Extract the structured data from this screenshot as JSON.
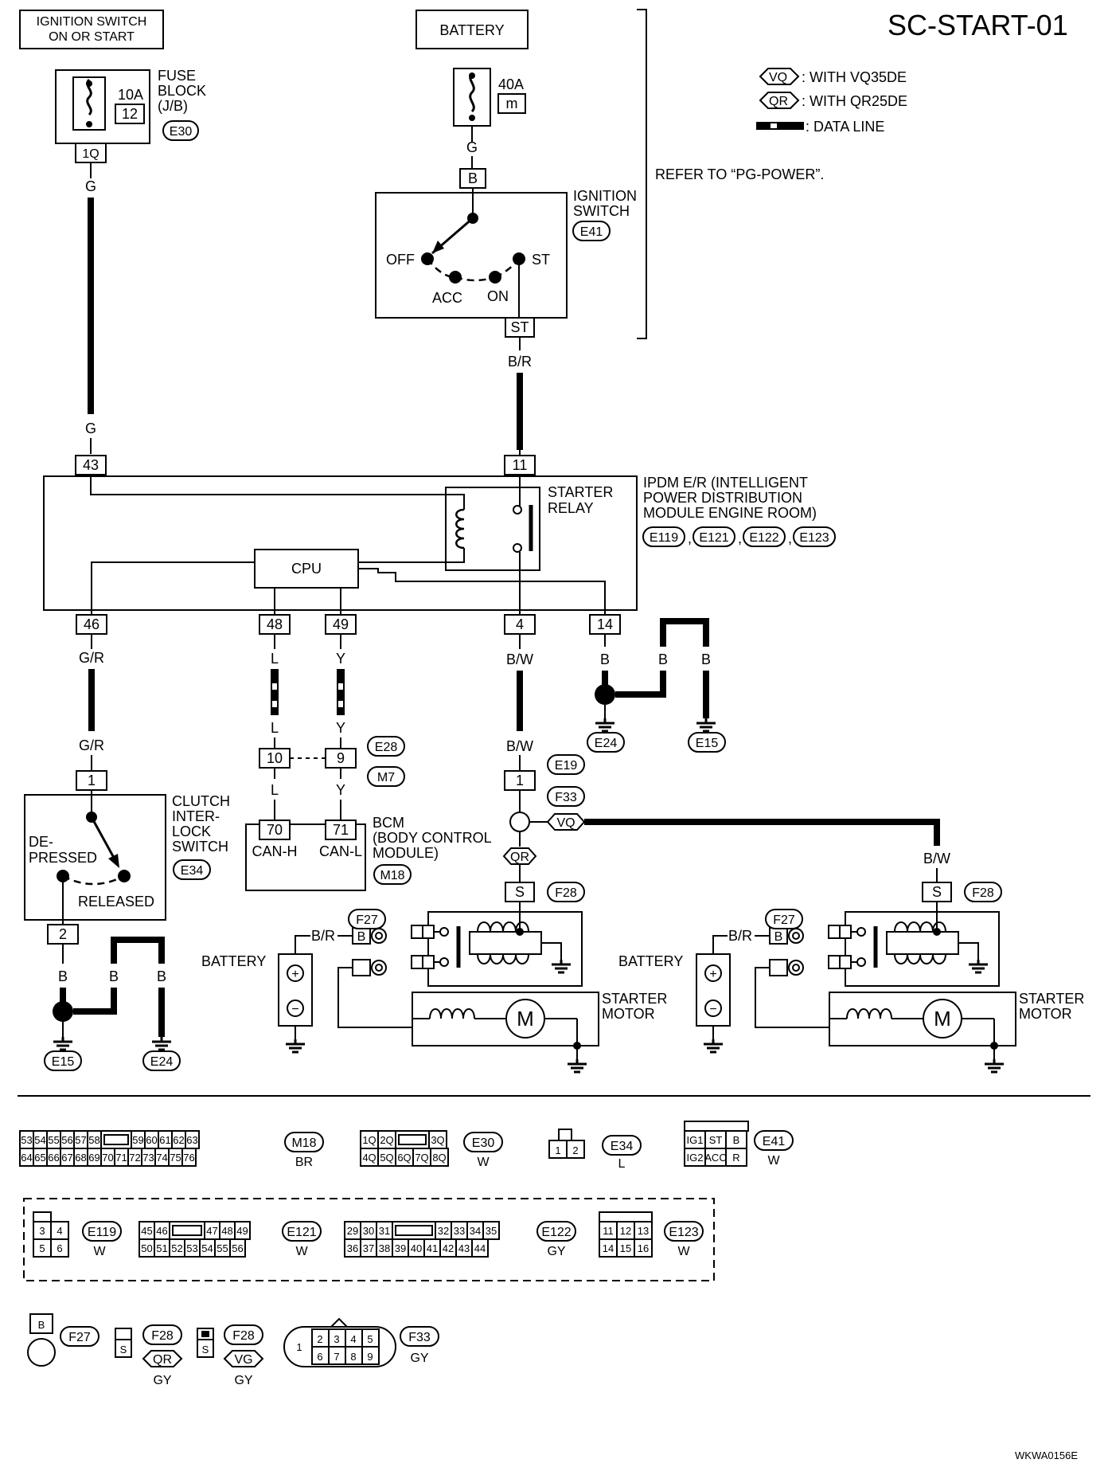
{
  "title": "SC-START-01",
  "footer_code": "WKWA0156E",
  "legend": {
    "vq_tag": "VQ",
    "vq_text": ": WITH VQ35DE",
    "qr_tag": "QR",
    "qr_text": ": WITH QR25DE",
    "data_line_text": ": DATA LINE"
  },
  "power_sources": {
    "ignition": [
      "IGNITION SWITCH",
      "ON OR START"
    ],
    "battery": "BATTERY",
    "refer_note": "REFER TO “PG-POWER”."
  },
  "fuse_block": {
    "label": [
      "FUSE",
      "BLOCK",
      "(J/B)"
    ],
    "rating": "10A",
    "number": "12",
    "connector": "E30",
    "terminal": "1Q"
  },
  "battery_fuse": {
    "rating": "40A",
    "letter": "m"
  },
  "ignition_switch": {
    "label": [
      "IGNITION",
      "SWITCH"
    ],
    "connector": "E41",
    "terminal_in": "B",
    "terminal_out": "ST",
    "positions": [
      "OFF",
      "ACC",
      "ON",
      "ST"
    ]
  },
  "ipdm": {
    "label": [
      "IPDM E/R (INTELLIGENT",
      "POWER DISTRIBUTION",
      "MODULE ENGINE ROOM)"
    ],
    "connectors": [
      "E119",
      "E121",
      "E122",
      "E123"
    ],
    "relay_label": [
      "STARTER",
      "RELAY"
    ],
    "cpu": "CPU",
    "terminals": [
      "43",
      "11",
      "46",
      "48",
      "49",
      "4",
      "14"
    ]
  },
  "wire_colors": {
    "g": "G",
    "br": "B/R",
    "gr": "G/R",
    "l": "L",
    "y": "Y",
    "bw": "B/W",
    "b": "B"
  },
  "joint": {
    "left_pin": "10",
    "right_pin": "9",
    "conn_a": "E28",
    "conn_b": "M7"
  },
  "bcm": {
    "label": [
      "BCM",
      "(BODY CONTROL",
      "MODULE)"
    ],
    "connector": "M18",
    "pins": [
      "70",
      "71"
    ],
    "pin_names": [
      "CAN-H",
      "CAN-L"
    ]
  },
  "clutch_switch": {
    "label": [
      "CLUTCH",
      "INTER-",
      "LOCK",
      "SWITCH"
    ],
    "connector": "E34",
    "pin_in": "1",
    "pin_out": "2",
    "depressed": [
      "DE-",
      "PRESSED"
    ],
    "released": "RELEASED"
  },
  "grounds": [
    "E24",
    "E15",
    "E15",
    "E24"
  ],
  "starter_circuit": {
    "e19": "E19",
    "e19_pin": "1",
    "f33": "F33",
    "vq": "VQ",
    "qr": "QR",
    "s_terminal": "S",
    "f28": "F28",
    "f27": "F27",
    "b_terminal": "B",
    "battery": "BATTERY",
    "motor_label": [
      "STARTER",
      "MOTOR"
    ],
    "motor_symbol": "M",
    "plus": "+",
    "minus": "−"
  },
  "connector_views": {
    "m18": {
      "id": "M18",
      "color": "BR",
      "row1": [
        "53",
        "54",
        "55",
        "56",
        "57",
        "58",
        "",
        "59",
        "60",
        "61",
        "62",
        "63"
      ],
      "row2": [
        "64",
        "65",
        "66",
        "67",
        "68",
        "69",
        "70",
        "71",
        "72",
        "73",
        "74",
        "75",
        "76"
      ]
    },
    "e30": {
      "id": "E30",
      "color": "W",
      "row1": [
        "1Q",
        "2Q",
        "",
        "3Q"
      ],
      "row2": [
        "4Q",
        "5Q",
        "6Q",
        "7Q",
        "8Q"
      ]
    },
    "e34": {
      "id": "E34",
      "color": "L",
      "pins": [
        "1",
        "2"
      ]
    },
    "e41": {
      "id": "E41",
      "color": "W",
      "row1": [
        "IG1",
        "ST",
        "B"
      ],
      "row2": [
        "IG2",
        "ACC",
        "R"
      ]
    },
    "e119": {
      "id": "E119",
      "color": "W",
      "row1": [
        "3",
        "4"
      ],
      "row2": [
        "5",
        "6"
      ]
    },
    "e121": {
      "id": "E121",
      "color": "W",
      "row1": [
        "45",
        "46",
        "",
        "47",
        "48",
        "49"
      ],
      "row2": [
        "50",
        "51",
        "52",
        "53",
        "54",
        "55",
        "56"
      ]
    },
    "e122": {
      "id": "E122",
      "color": "GY",
      "row1": [
        "29",
        "30",
        "31",
        "",
        "32",
        "33",
        "34",
        "35"
      ],
      "row2": [
        "36",
        "37",
        "38",
        "39",
        "40",
        "41",
        "42",
        "43",
        "44"
      ]
    },
    "e123": {
      "id": "E123",
      "color": "W",
      "row1": [
        "11",
        "12",
        "13"
      ],
      "row2": [
        "14",
        "15",
        "16"
      ]
    },
    "f27": {
      "id": "F27",
      "pin": "B"
    },
    "f28_qr": {
      "id": "F28",
      "tag": "QR",
      "color": "GY",
      "pin": "S"
    },
    "f28_vq": {
      "id": "F28",
      "tag": "VG",
      "color": "GY",
      "pin": "S"
    },
    "f33": {
      "id": "F33",
      "color": "GY",
      "pins": [
        "1",
        "2",
        "3",
        "4",
        "5",
        "6",
        "7",
        "8",
        "9"
      ]
    }
  }
}
